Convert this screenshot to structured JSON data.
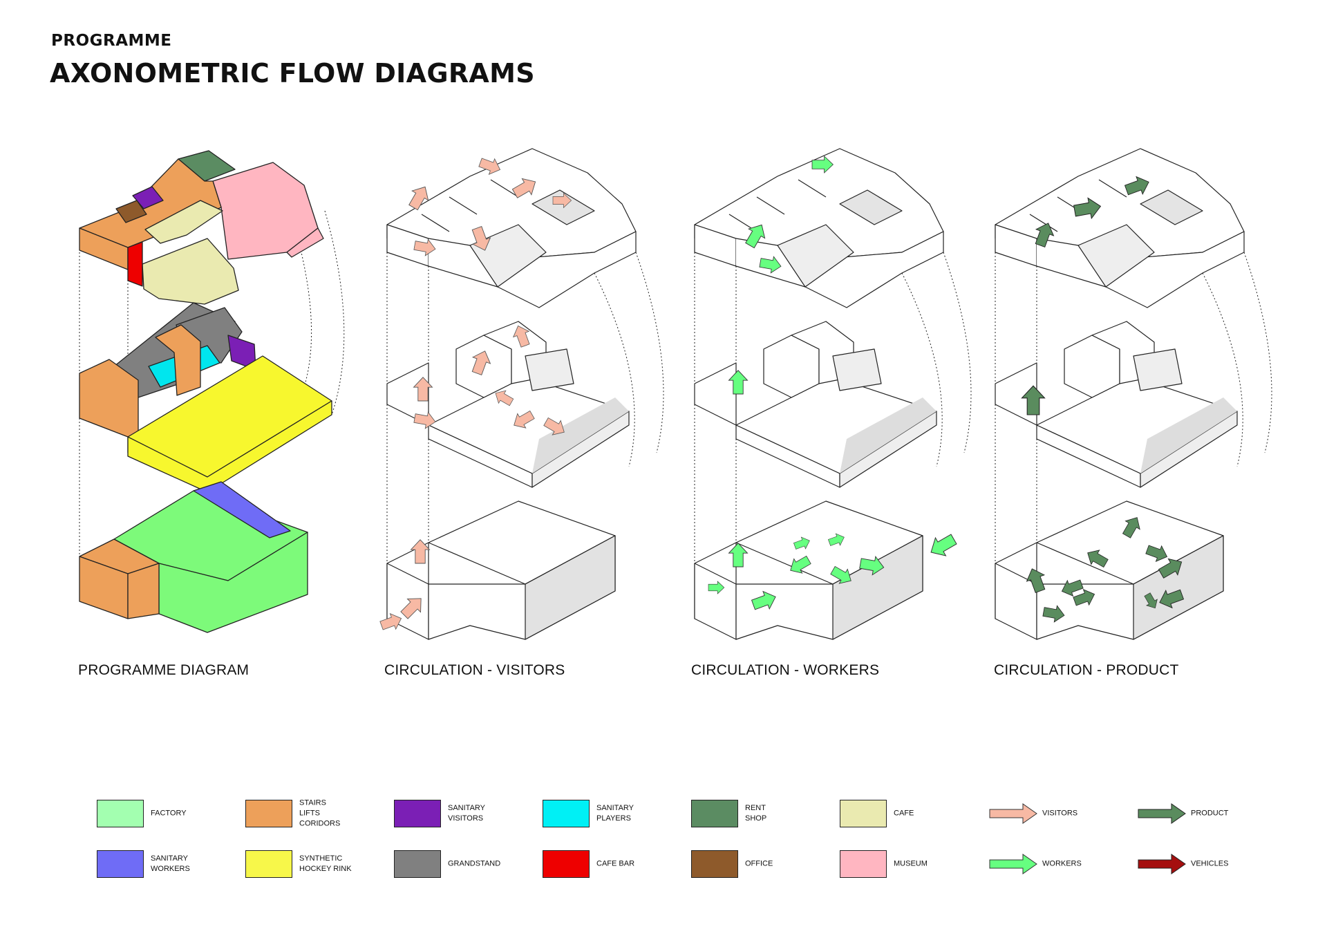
{
  "header": {
    "subtitle": "PROGRAMME",
    "title": "AXONOMETRIC FLOW DIAGRAMS"
  },
  "panels": [
    {
      "caption": "PROGRAMME DIAGRAM"
    },
    {
      "caption": "CIRCULATION - VISITORS"
    },
    {
      "caption": "CIRCULATION - WORKERS"
    },
    {
      "caption": "CIRCULATION - PRODUCT"
    }
  ],
  "legend": {
    "swatches": [
      {
        "label": "FACTORY",
        "color": "#a3ffb0"
      },
      {
        "label": "STAIRS\nLIFTS\nCORIDORS",
        "color": "#eda05a"
      },
      {
        "label": "SANITARY\nVISITORS",
        "color": "#7b1fb5"
      },
      {
        "label": "SANITARY\nPLAYERS",
        "color": "#00f0f5"
      },
      {
        "label": "RENT\nSHOP",
        "color": "#5b8c62"
      },
      {
        "label": "CAFE",
        "color": "#eaeab0"
      },
      {
        "label": "SANITARY\nWORKERS",
        "color": "#6f6cf6"
      },
      {
        "label": "SYNTHETIC\nHOCKEY RINK",
        "color": "#f7f74a"
      },
      {
        "label": "GRANDSTAND",
        "color": "#808080"
      },
      {
        "label": "CAFE BAR",
        "color": "#ee0000"
      },
      {
        "label": "OFFICE",
        "color": "#8e5a2b"
      },
      {
        "label": "MUSEUM",
        "color": "#ffb6c1"
      }
    ],
    "arrows": [
      {
        "label": "VISITORS",
        "color": "#f7b9a4"
      },
      {
        "label": "PRODUCT",
        "color": "#5a8c5e"
      },
      {
        "label": "WORKERS",
        "color": "#66ff80"
      },
      {
        "label": "VEHICLES",
        "color": "#a50f0f"
      }
    ]
  },
  "colors": {
    "factory_floor": "#7dfa7a",
    "stairs": "#eda05a",
    "rink": "#f7f72e",
    "grandstand": "#808080",
    "sanitary_visitors": "#7b1fb5",
    "sanitary_players": "#00e6ee",
    "sanitary_workers": "#6f6cf6",
    "rent_shop": "#5b8c62",
    "cafe": "#eaeab0",
    "cafe_bar": "#ee0000",
    "office": "#8e5a2b",
    "museum": "#ffb6c1",
    "visitor_arrow": "#f7b9a4",
    "worker_arrow": "#66ff80",
    "product_arrow": "#5a8c5e"
  }
}
